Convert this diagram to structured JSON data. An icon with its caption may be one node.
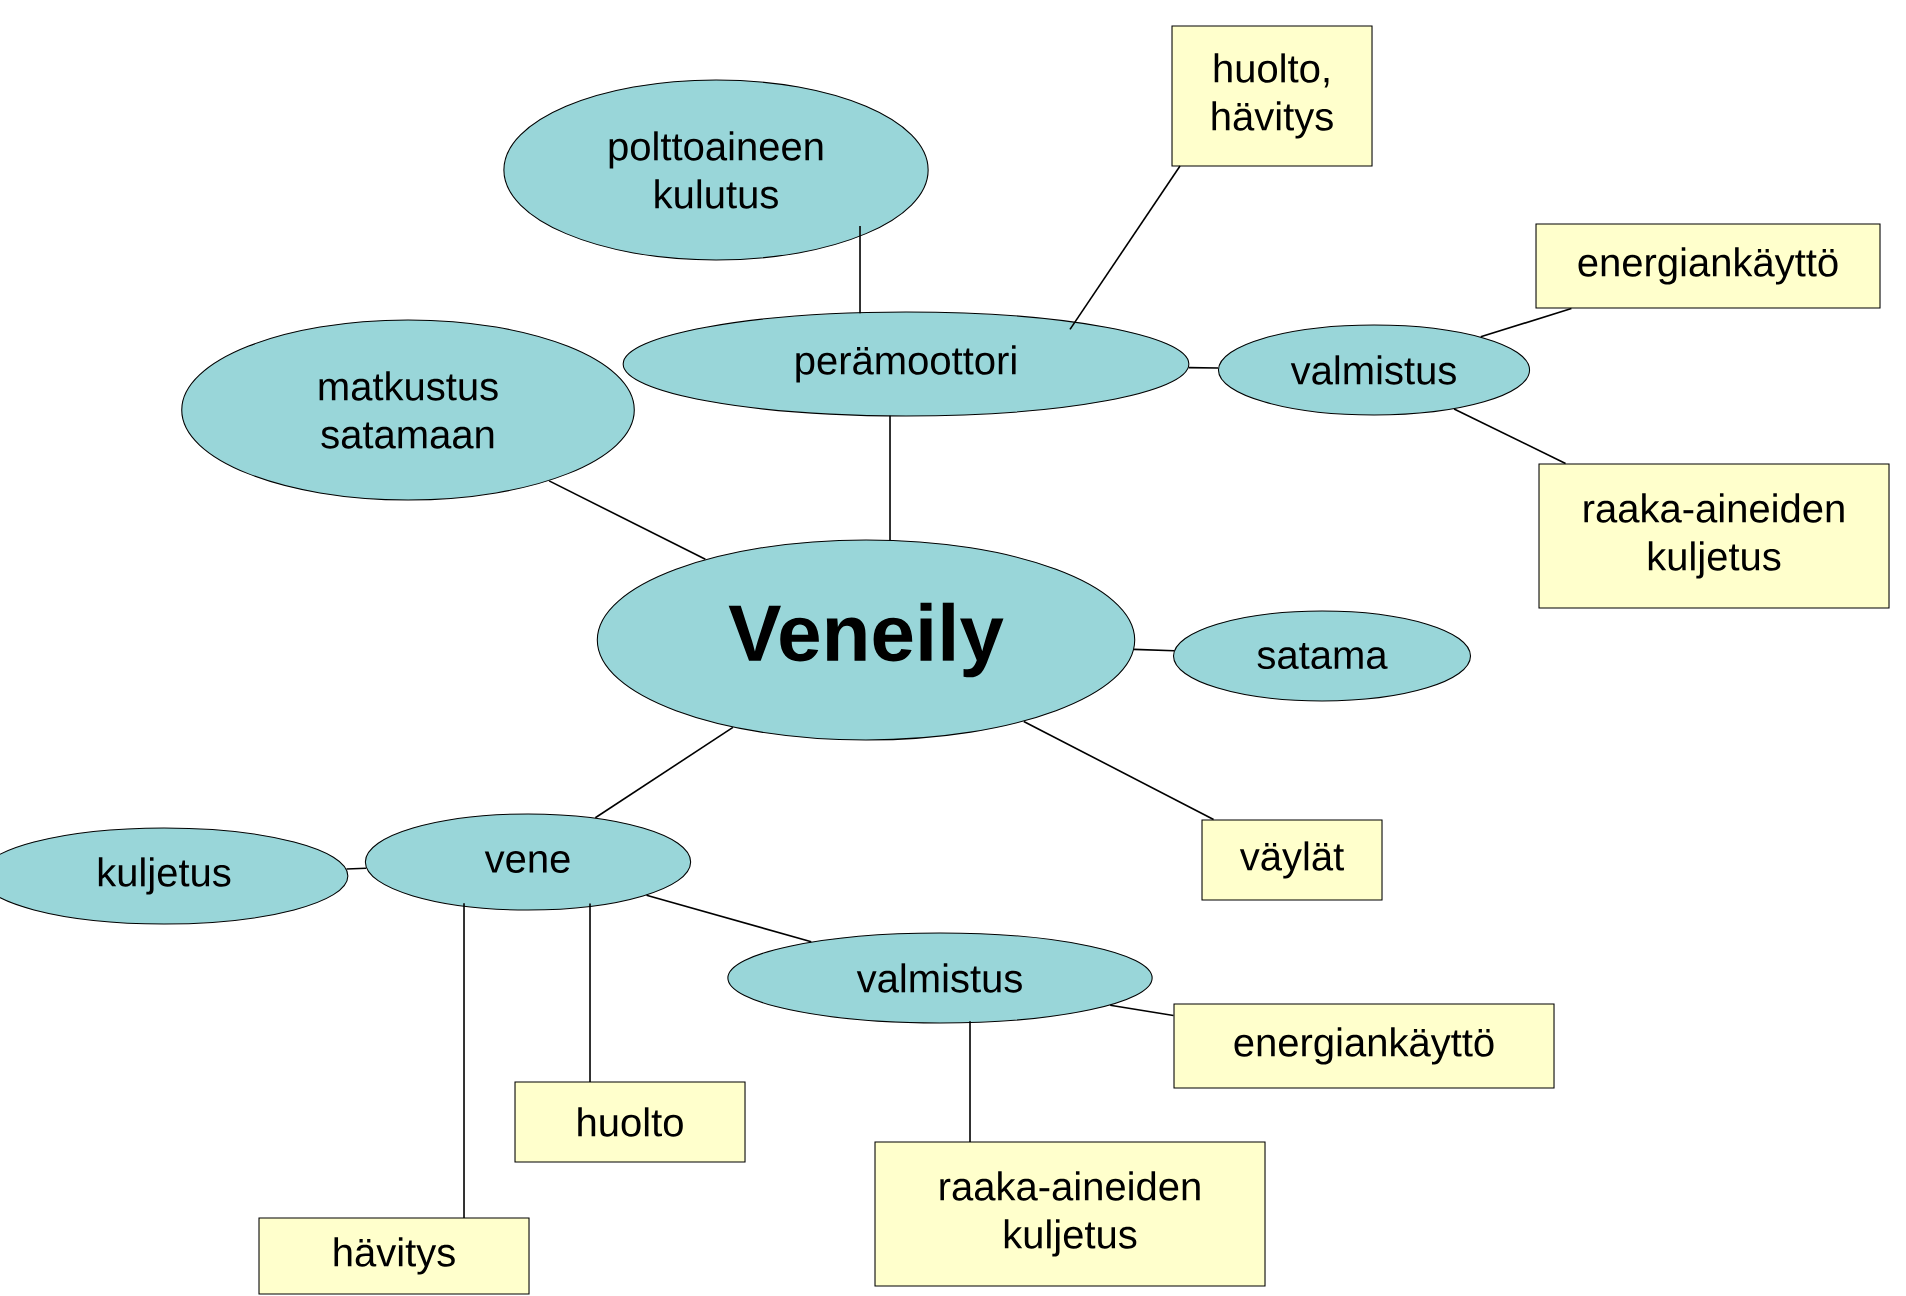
{
  "diagram": {
    "nodes": [
      {
        "text": [
          "Veneily"
        ]
      },
      {
        "text": [
          "polttoaineen kulutus"
        ]
      },
      {
        "text": [
          "perämoottori"
        ]
      },
      {
        "text": [
          "huolto, hävitys"
        ]
      },
      {
        "text": [
          "valmistus"
        ]
      },
      {
        "text": [
          "energiankäyttö"
        ]
      },
      {
        "text": [
          "raaka-aineiden kuljetus"
        ]
      },
      {
        "text": [
          "matkustus satamaan"
        ]
      },
      {
        "text": [
          "satama"
        ]
      },
      {
        "text": [
          "väylät"
        ]
      },
      {
        "text": [
          "kuljetus"
        ]
      },
      {
        "text": [
          "vene"
        ]
      },
      {
        "text": [
          "valmistus"
        ]
      },
      {
        "text": [
          "energiankäyttö"
        ]
      },
      {
        "text": [
          "huolto"
        ]
      },
      {
        "text": [
          "raaka-aineiden kuljetus"
        ]
      },
      {
        "text": [
          "hävitys"
        ]
      }
    ],
    "edges": [
      {
        "from": 0,
        "to": 2,
        "arrow": "none"
      },
      {
        "from": 2,
        "to": 1,
        "arrow": "none"
      },
      {
        "from": 2,
        "to": 3,
        "arrow": "none"
      },
      {
        "from": 2,
        "to": 4,
        "arrow": "none"
      },
      {
        "from": 4,
        "to": 5,
        "arrow": "none"
      },
      {
        "from": 4,
        "to": 6,
        "arrow": "none"
      },
      {
        "from": 0,
        "to": 7,
        "arrow": "none"
      },
      {
        "from": 0,
        "to": 8,
        "arrow": "none"
      },
      {
        "from": 0,
        "to": 9,
        "arrow": "none"
      },
      {
        "from": 0,
        "to": 11,
        "arrow": "none"
      },
      {
        "from": 11,
        "to": 10,
        "arrow": "none"
      },
      {
        "from": 11,
        "to": 12,
        "arrow": "none"
      },
      {
        "from": 11,
        "to": 14,
        "arrow": "none"
      },
      {
        "from": 11,
        "to": 16,
        "arrow": "none"
      },
      {
        "from": 12,
        "to": 13,
        "arrow": "none"
      },
      {
        "from": 12,
        "to": 15,
        "arrow": "none"
      }
    ]
  }
}
